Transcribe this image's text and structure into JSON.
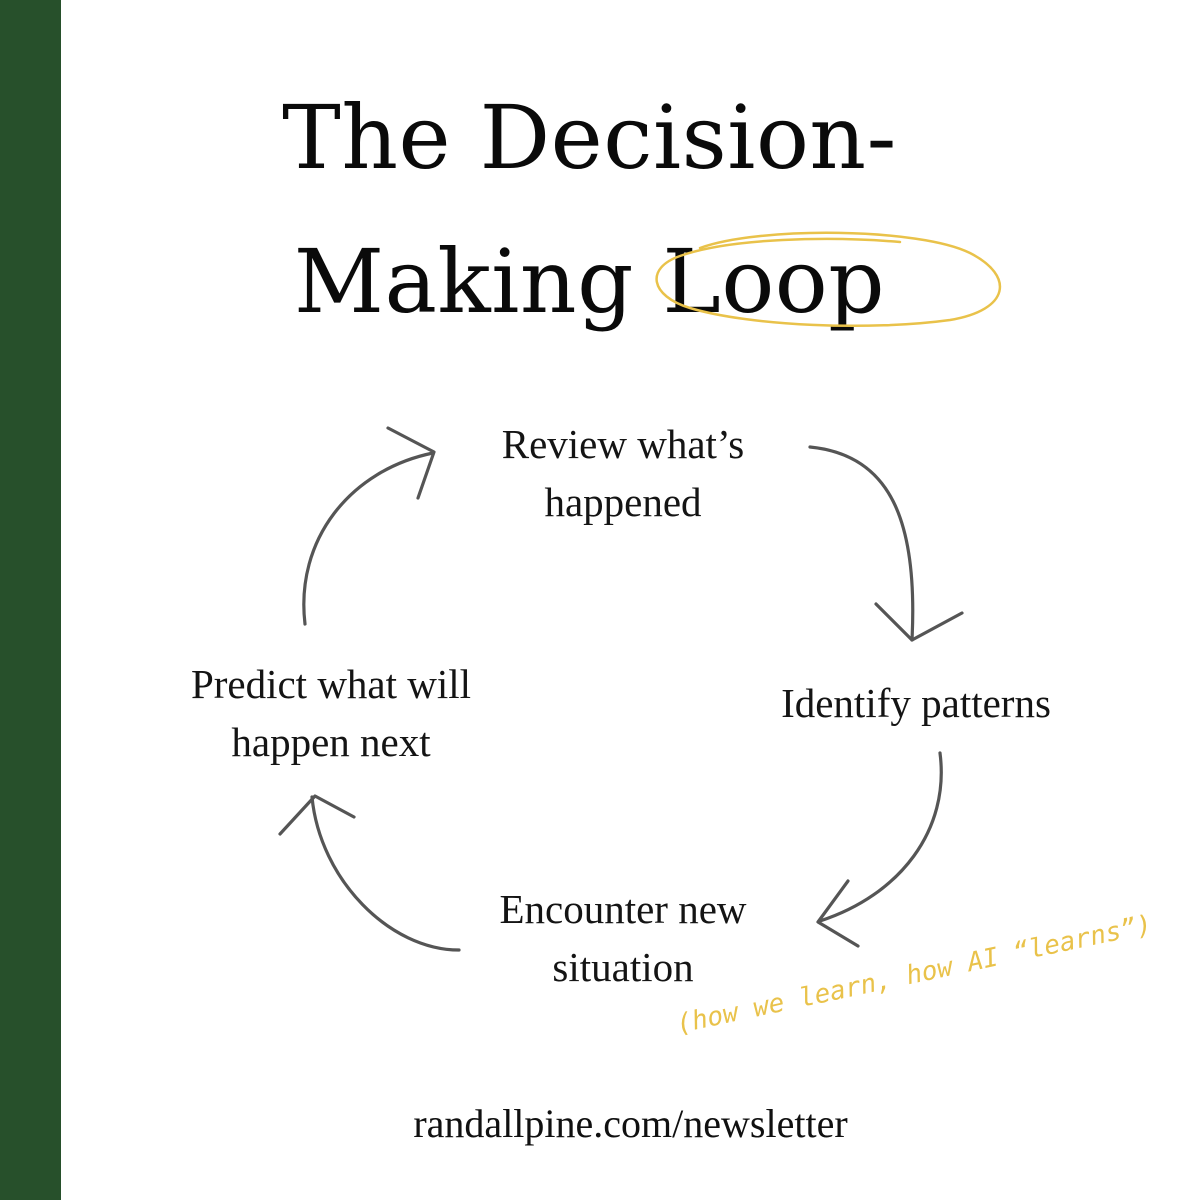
{
  "title": {
    "line1": "The Decision-",
    "line2_start": "Making ",
    "line2_highlight": "Loop"
  },
  "loop_steps": [
    {
      "text_line1": "Review what’s",
      "text_line2": "happened"
    },
    {
      "text_line1": "Identify patterns",
      "text_line2": ""
    },
    {
      "text_line1": "Encounter new",
      "text_line2": "situation"
    },
    {
      "text_line1": "Predict what will",
      "text_line2": "happen next"
    }
  ],
  "note": "(how we learn, how AI “learns”)",
  "footer": {
    "url": "randallpine.com/newsletter"
  },
  "colors": {
    "side_bar": "#27502b",
    "accent_yellow": "#e9c24a",
    "arrow_gray": "#555555",
    "text": "#111111"
  }
}
